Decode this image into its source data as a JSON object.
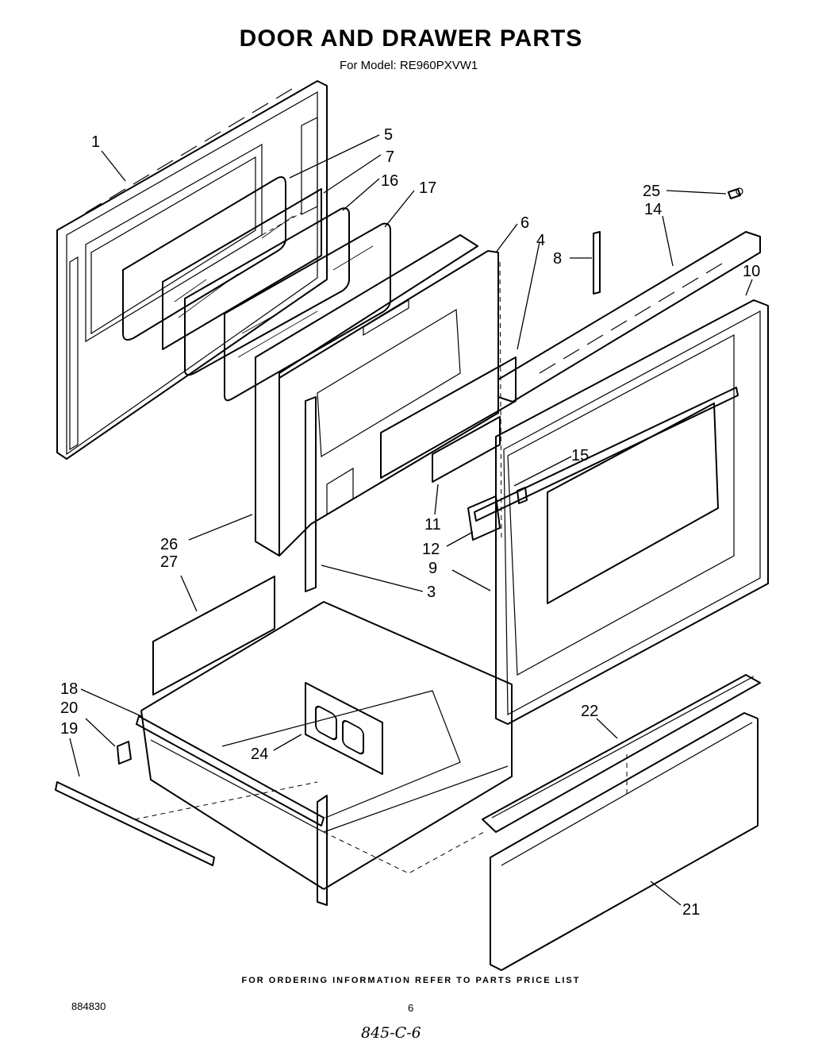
{
  "title": "DOOR AND DRAWER PARTS",
  "model_line": "For Model: RE960PXVW1",
  "footer_text": "FOR ORDERING INFORMATION REFER TO PARTS PRICE LIST",
  "doc_number": "884830",
  "page_number": "6",
  "handwritten_note": "845-C-6",
  "callouts": {
    "c1": "1",
    "c3": "3",
    "c4": "4",
    "c5": "5",
    "c6": "6",
    "c7": "7",
    "c8": "8",
    "c9": "9",
    "c10": "10",
    "c11": "11",
    "c12": "12",
    "c14": "14",
    "c15": "15",
    "c16": "16",
    "c17": "17",
    "c18": "18",
    "c19": "19",
    "c20": "20",
    "c21": "21",
    "c22": "22",
    "c24": "24",
    "c25": "25",
    "c26": "26",
    "c27": "27"
  }
}
